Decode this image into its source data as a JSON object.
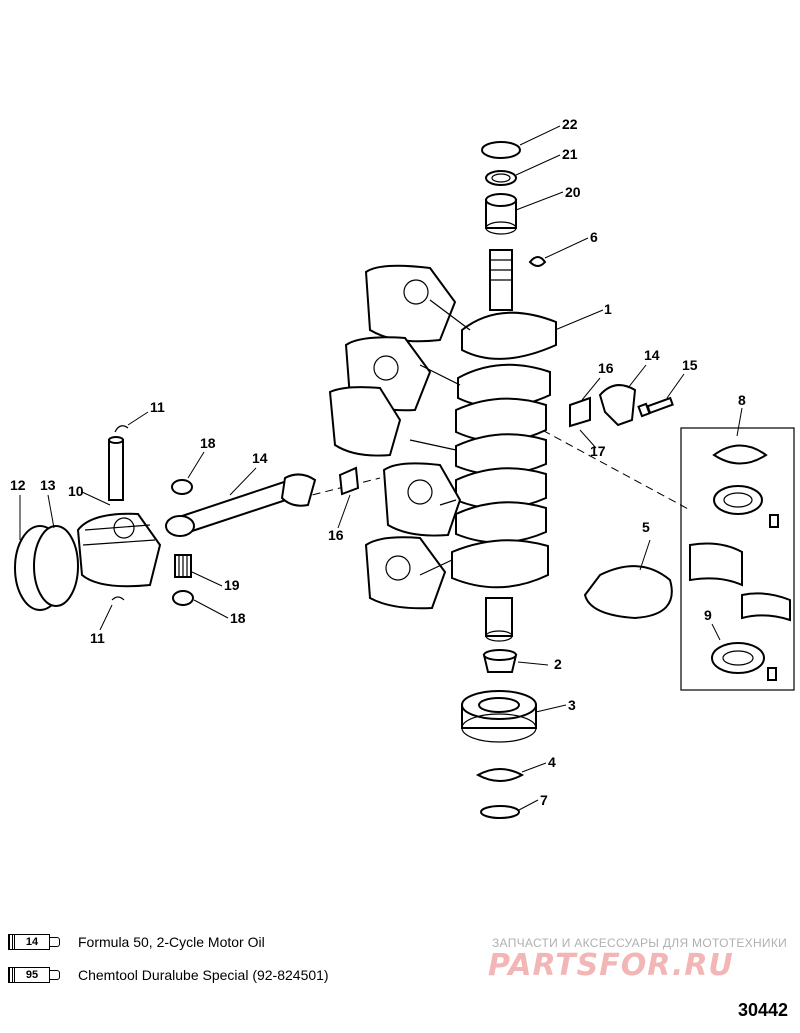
{
  "callouts": [
    {
      "num": "22"
    },
    {
      "num": "21"
    },
    {
      "num": "20"
    },
    {
      "num": "6"
    },
    {
      "num": "1"
    },
    {
      "num": "16"
    },
    {
      "num": "14"
    },
    {
      "num": "15"
    },
    {
      "num": "8"
    },
    {
      "num": "17"
    },
    {
      "num": "11"
    },
    {
      "num": "18"
    },
    {
      "num": "14"
    },
    {
      "num": "12"
    },
    {
      "num": "13"
    },
    {
      "num": "10"
    },
    {
      "num": "16"
    },
    {
      "num": "5"
    },
    {
      "num": "19"
    },
    {
      "num": "18"
    },
    {
      "num": "11"
    },
    {
      "num": "9"
    },
    {
      "num": "2"
    },
    {
      "num": "3"
    },
    {
      "num": "4"
    },
    {
      "num": "7"
    }
  ],
  "legend": [
    {
      "code": "14",
      "text": "Formula 50, 2-Cycle Motor Oil"
    },
    {
      "code": "95",
      "text": "Chemtool Duralube Special (92-824501)"
    }
  ],
  "watermark": {
    "top_text": "ЗАПЧАСТИ И АКСЕССУАРЫ ДЛЯ МОТОТЕХНИКИ",
    "logo_text": "PARTSFOR.RU"
  },
  "diagram_id": "30442"
}
